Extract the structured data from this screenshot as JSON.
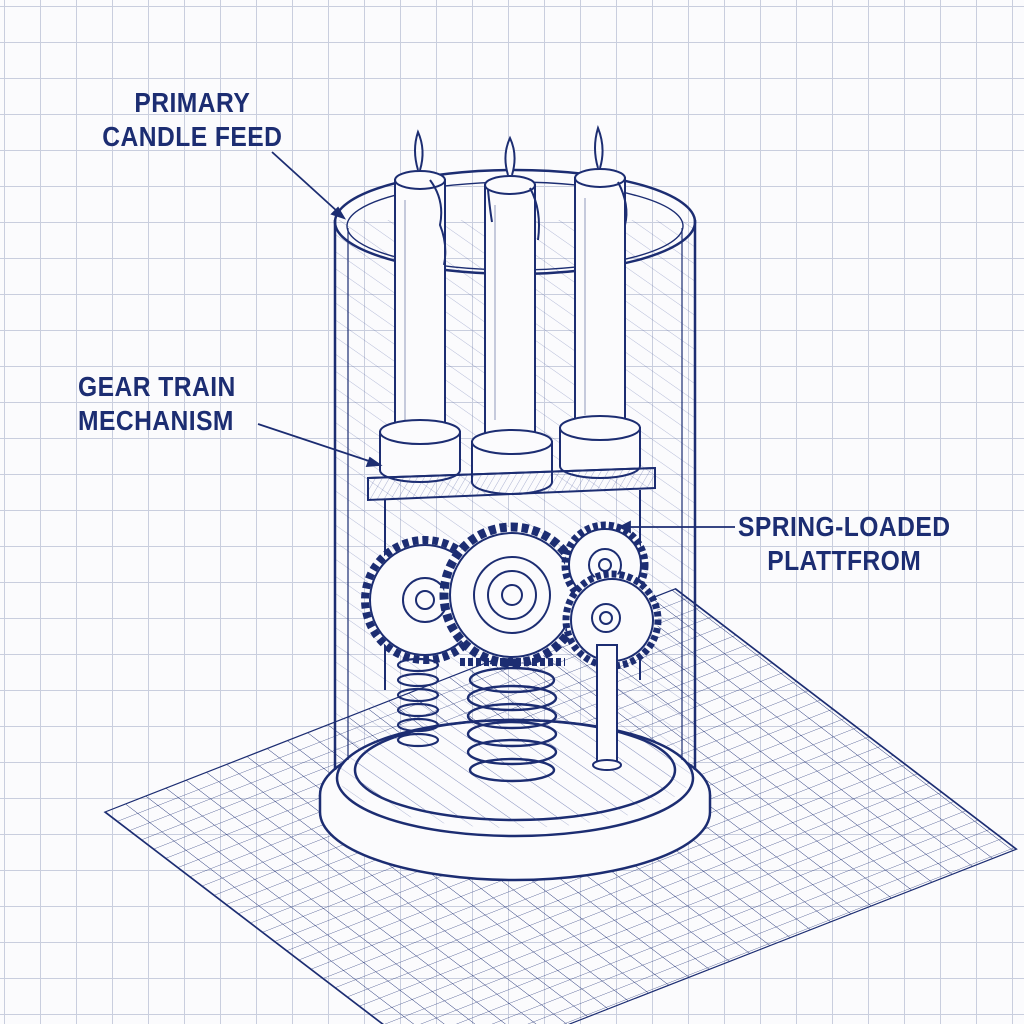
{
  "labels": {
    "primary_candle_feed": {
      "line1": "PRIMARY",
      "line2": "CANDLE FEED"
    },
    "gear_train": {
      "line1": "GEAR TRAIN",
      "line2": "MECHANISM"
    },
    "spring_platform": {
      "line1": "SPRING-LOADED",
      "line2": "PLATTFROM"
    }
  },
  "colors": {
    "ink": "#1c2d72",
    "ink_light": "#3b4c94",
    "paper": "#fbfbfd",
    "grid": "#c9cede"
  }
}
